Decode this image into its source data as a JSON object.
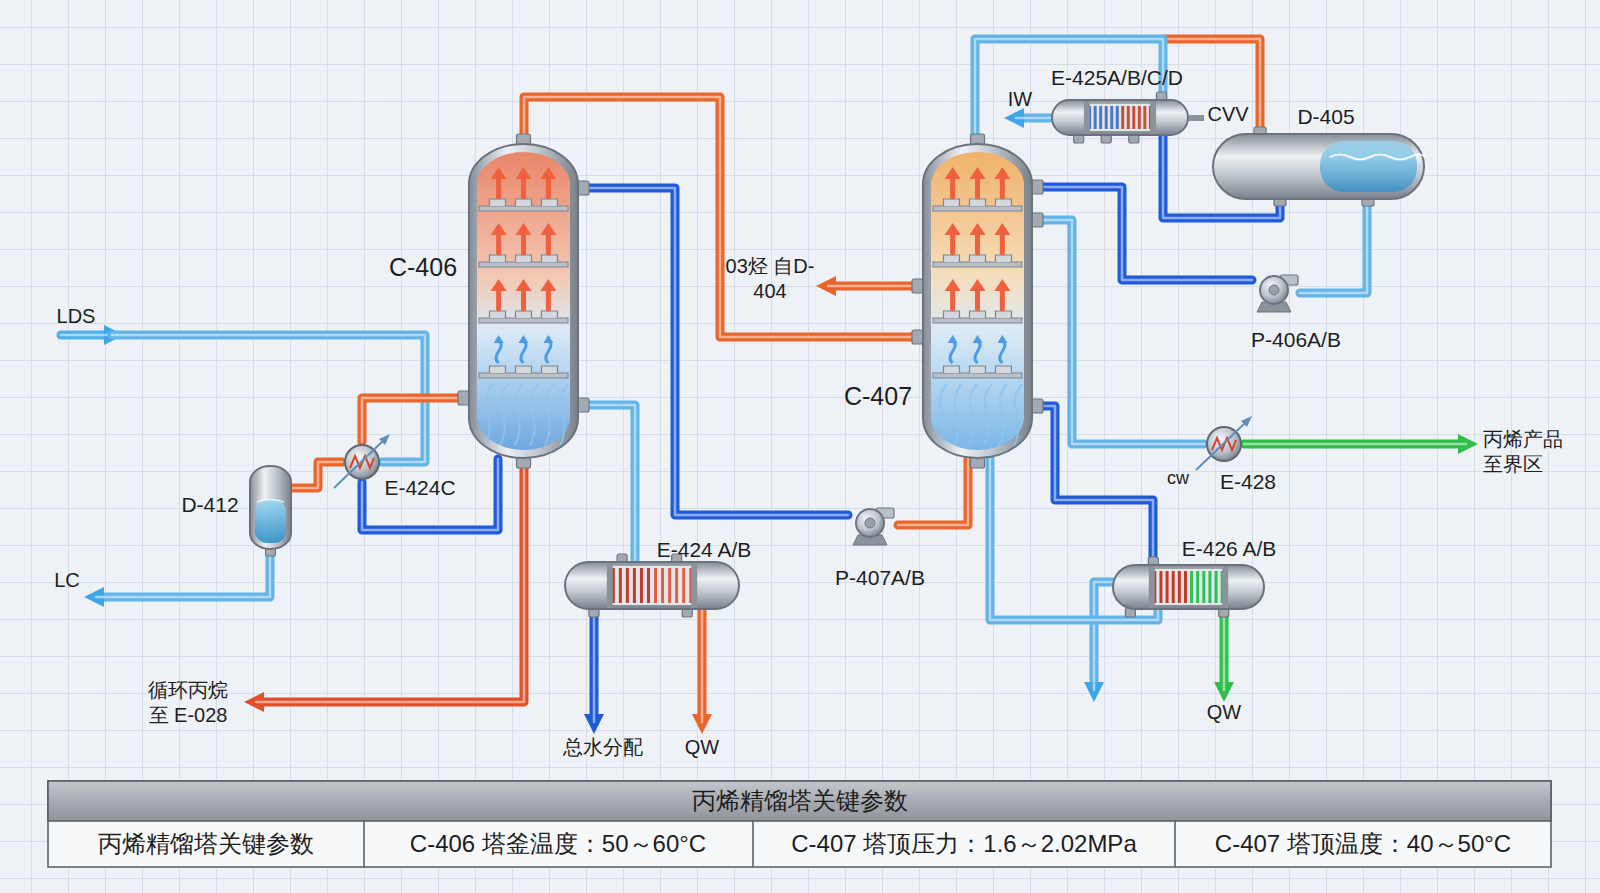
{
  "diagram": {
    "nodes": [
      {
        "text": [
          "C-406"
        ]
      },
      {
        "text": [
          "D-412"
        ]
      },
      {
        "text": [
          "E-424C"
        ]
      },
      {
        "text": [
          "E-424 A/B"
        ]
      },
      {
        "text": [
          "P-407A/B"
        ]
      },
      {
        "text": [
          "C-407"
        ]
      },
      {
        "text": [
          "E-425A/B/C/D"
        ]
      },
      {
        "text": [
          "D-405"
        ]
      },
      {
        "text": [
          "P-406A/B"
        ]
      },
      {
        "text": [
          "E-428"
        ]
      },
      {
        "text": [
          "E-426 A/B"
        ]
      }
    ],
    "edges": [
      {
        "from": 0,
        "to": 5,
        "arrow": "none"
      },
      {
        "from": 0,
        "to": 4,
        "arrow": "none"
      },
      {
        "from": 4,
        "to": 5,
        "arrow": "none"
      },
      {
        "from": 0,
        "to": 3,
        "arrow": "none"
      },
      {
        "from": 2,
        "to": 0,
        "arrow": "none"
      },
      {
        "from": 0,
        "to": 2,
        "arrow": "none"
      },
      {
        "from": 2,
        "to": 1,
        "arrow": "none"
      },
      {
        "from": 5,
        "to": 6,
        "arrow": "none"
      },
      {
        "from": 6,
        "to": 7,
        "arrow": "none"
      },
      {
        "from": 7,
        "to": 8,
        "arrow": "none"
      },
      {
        "from": 8,
        "to": 5,
        "arrow": "none"
      },
      {
        "from": 5,
        "to": 9,
        "arrow": "none"
      },
      {
        "from": 5,
        "to": 10,
        "arrow": "none"
      },
      {
        "from": 5,
        "to": 10,
        "arrow": "none"
      }
    ],
    "labels": [
      "LDS",
      "LC",
      "循环丙烷 至 E-028",
      "总水分配",
      "QW",
      "03烃 自D-404",
      "IW",
      "CVV",
      "cw",
      "丙烯产品 至界区",
      "QW",
      "丙烯精馏塔关键参数",
      "丙烯精馏塔关键参数",
      "C-406 塔釜温度：50～60°C",
      "C-407 塔顶压力：1.6～2.02MPa",
      "C-407 塔顶温度：40～50°C"
    ]
  }
}
